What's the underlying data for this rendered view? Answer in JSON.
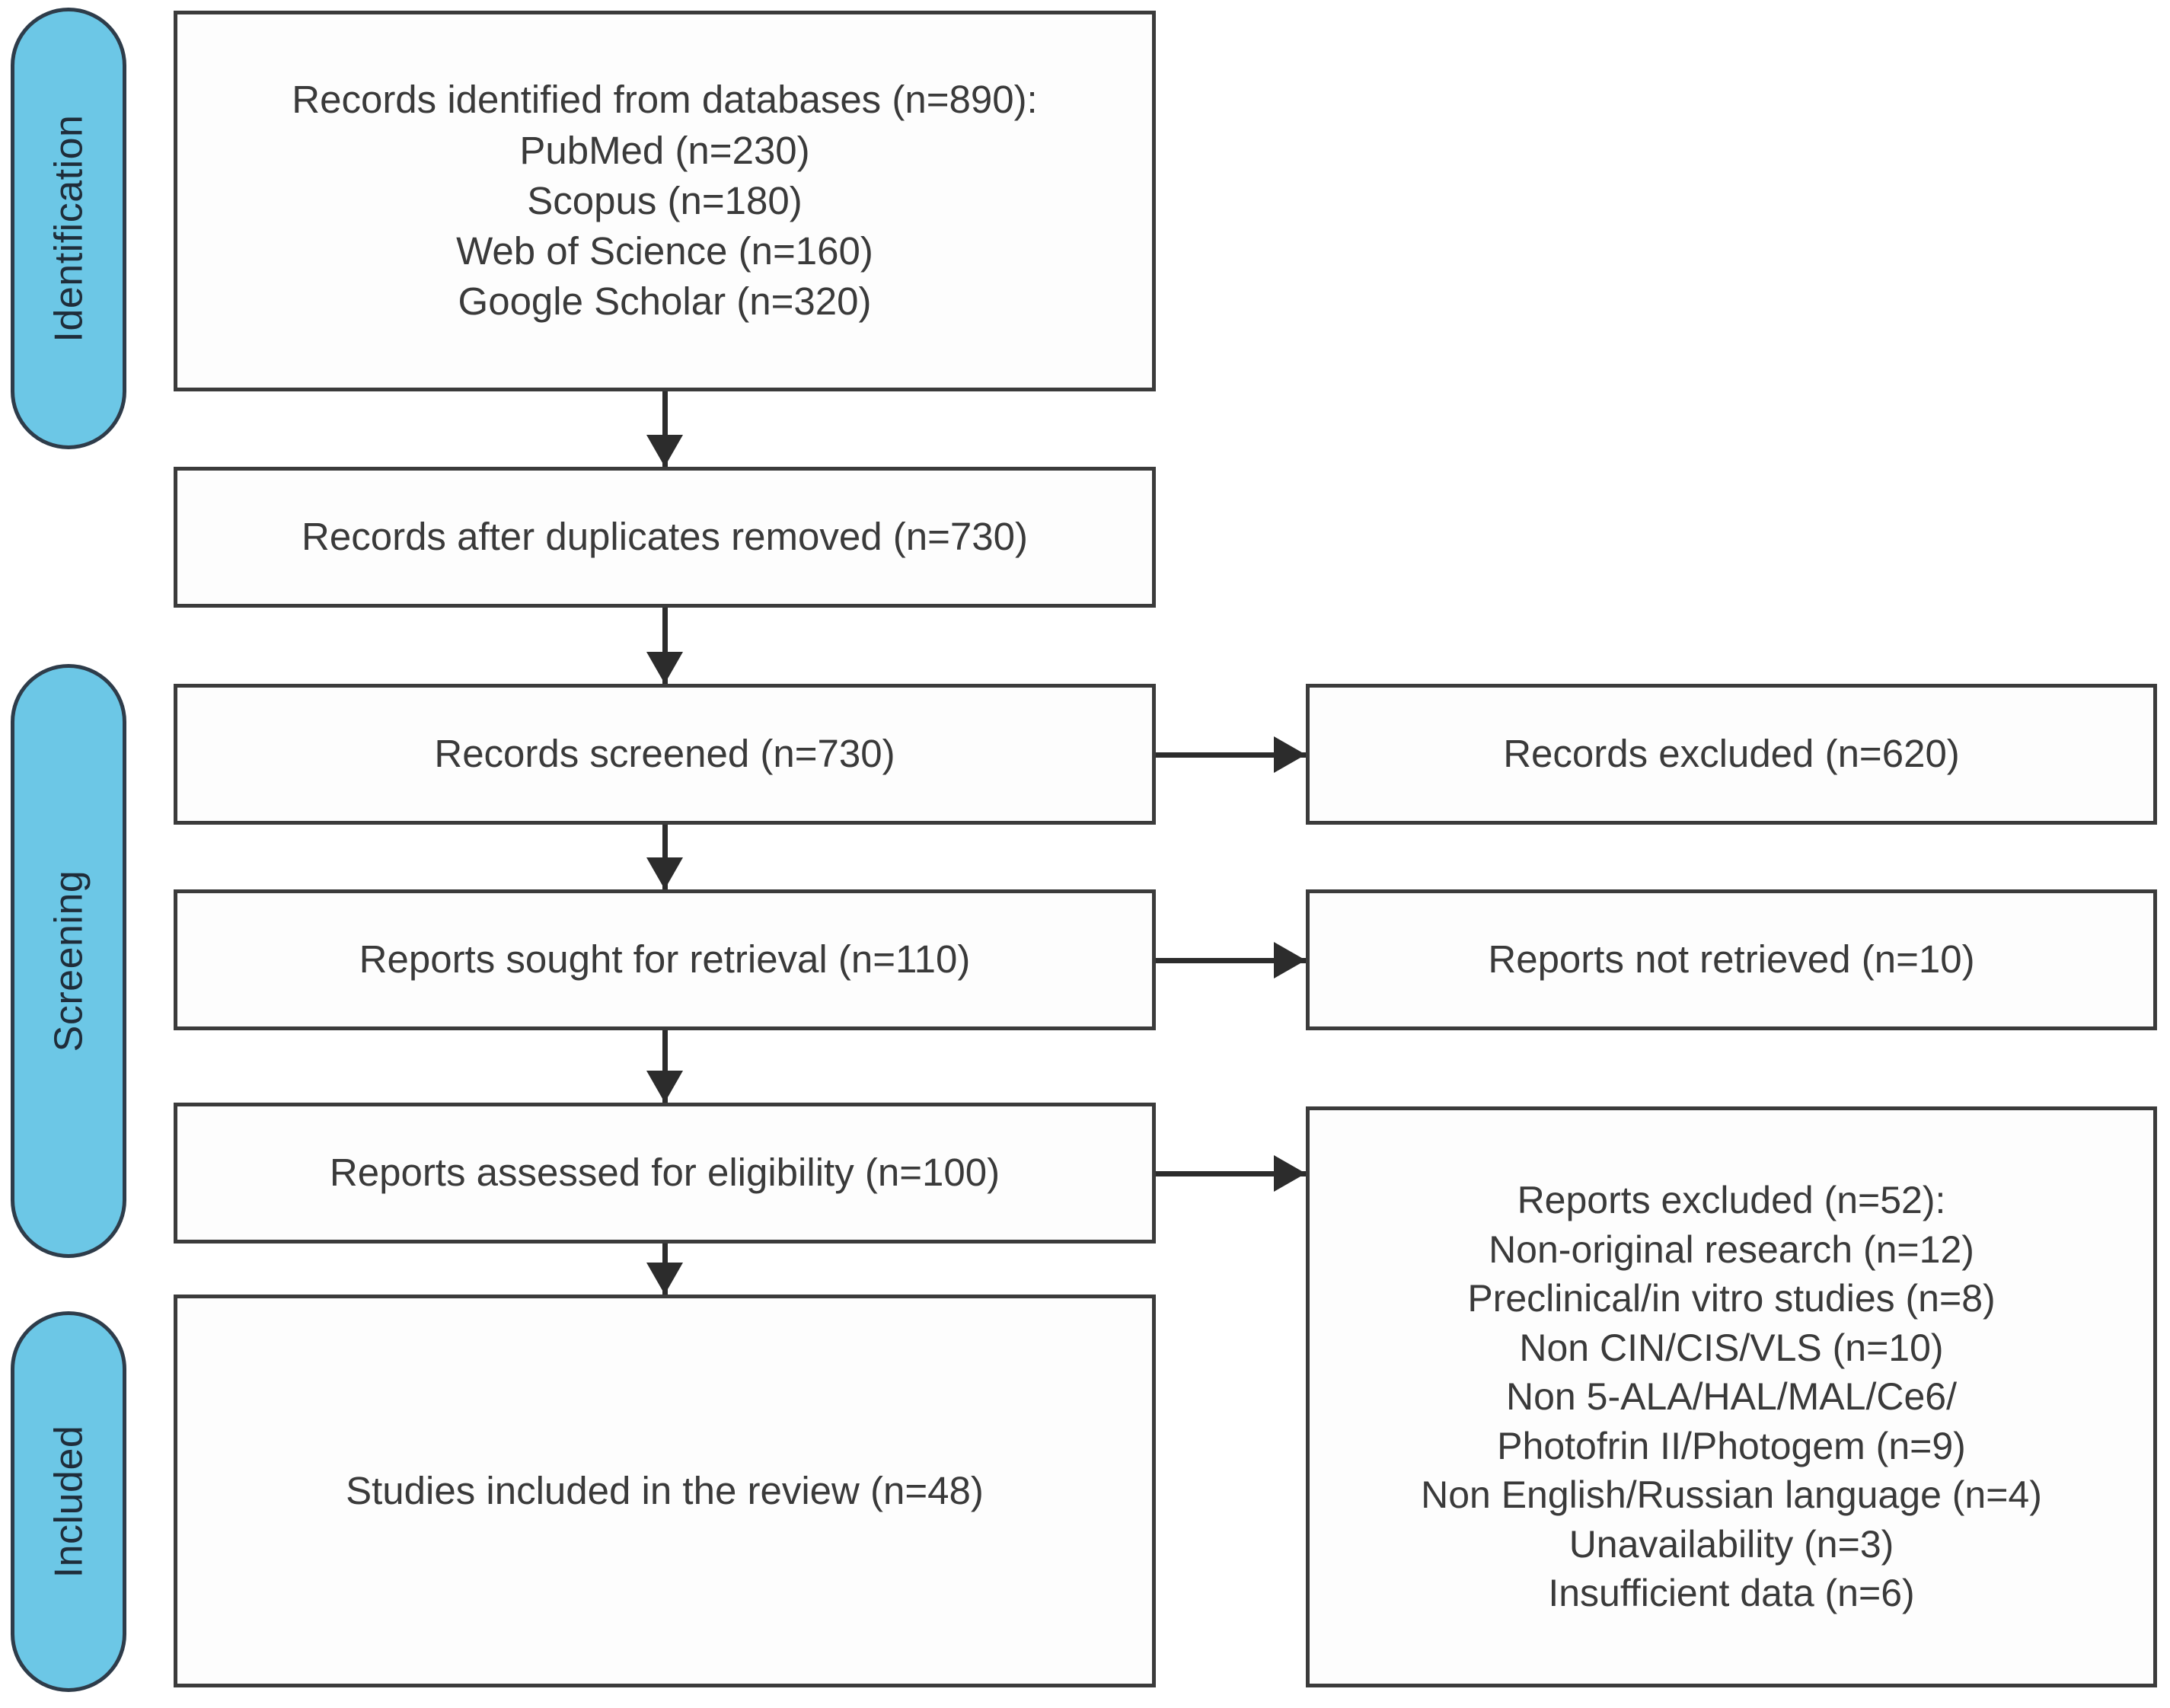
{
  "diagram": {
    "type": "PRISMA flow diagram",
    "stages": [
      {
        "id": "identification",
        "label": "Identification"
      },
      {
        "id": "screening",
        "label": "Screening"
      },
      {
        "id": "included",
        "label": "Included"
      }
    ],
    "boxes": {
      "identified": "Records identified from databases (n=890):\nPubMed (n=230)\nScopus (n=180)\nWeb of Science (n=160)\nGoogle Scholar (n=320)",
      "duplicates": "Records after duplicates removed (n=730)",
      "screened": "Records screened (n=730)",
      "records_excluded": "Records excluded (n=620)",
      "sought": "Reports sought for retrieval (n=110)",
      "not_retrieved": "Reports not retrieved (n=10)",
      "assessed": "Reports assessed for eligibility (n=100)",
      "reports_excluded": "Reports excluded (n=52):\nNon-original research (n=12)\nPreclinical/in vitro studies (n=8)\nNon CIN/CIS/VLS (n=10)\nNon 5-ALA/HAL/MAL/Ce6/\nPhotofrin II/Photogem (n=9)\nNon English/Russian language (n=4)\nUnavailability (n=3)\nInsufficient data (n=6)",
      "included": "Studies included in the review (n=48)"
    },
    "counts": {
      "identified_total": 890,
      "pubmed": 230,
      "scopus": 180,
      "web_of_science": 160,
      "google_scholar": 320,
      "after_duplicates": 730,
      "screened": 730,
      "records_excluded": 620,
      "sought_for_retrieval": 110,
      "not_retrieved": 10,
      "assessed_for_eligibility": 100,
      "reports_excluded_total": 52,
      "non_original_research": 12,
      "preclinical_in_vitro": 8,
      "non_cin_cis_vls": 10,
      "non_photosensitizer": 9,
      "non_english_russian": 4,
      "unavailability": 3,
      "insufficient_data": 6,
      "studies_included": 48
    },
    "colors": {
      "stage_fill": "#6CC7E6",
      "stage_border": "#2E3C4A",
      "stage_text": "#1F2D3A",
      "box_border": "#3B3B3B",
      "box_fill": "#FDFDFD",
      "box_text": "#3A3A3A",
      "arrow": "#2C2C2C",
      "background": "#FFFFFF"
    }
  }
}
